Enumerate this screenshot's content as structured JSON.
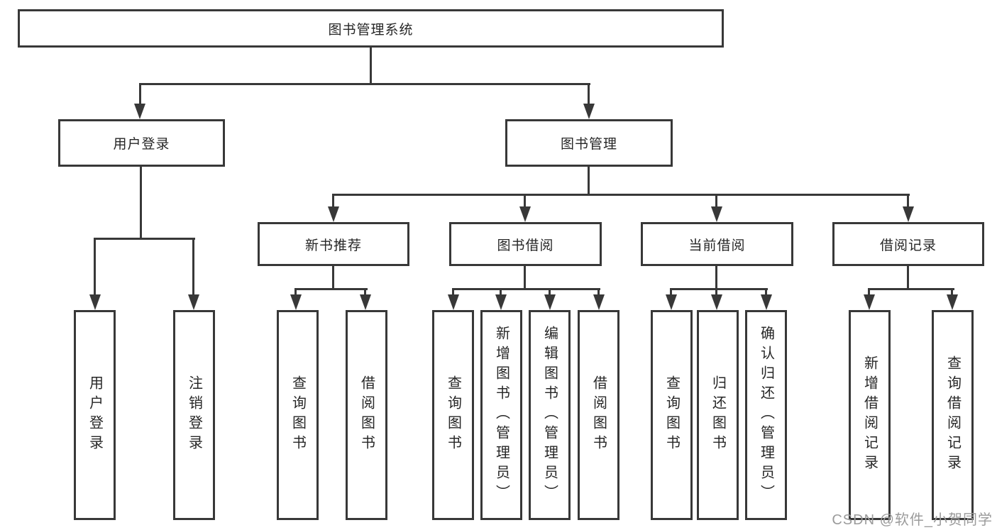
{
  "diagram": {
    "root": {
      "label": "图书管理系统"
    },
    "level2": [
      {
        "label": "用户登录"
      },
      {
        "label": "图书管理"
      }
    ],
    "level3": [
      {
        "label": "新书推荐"
      },
      {
        "label": "图书借阅"
      },
      {
        "label": "当前借阅"
      },
      {
        "label": "借阅记录"
      }
    ],
    "leaves": {
      "user_login": [
        "用户登录",
        "注销登录"
      ],
      "new_book_recommend": [
        "查询图书",
        "借阅图书"
      ],
      "book_borrow": [
        "查询图书",
        "新增图书（管理员）",
        "编辑图书（管理员）",
        "借阅图书"
      ],
      "current_borrow": [
        "查询图书",
        "归还图书",
        "确认归还（管理员）"
      ],
      "borrow_record": [
        "新增借阅记录",
        "查询借阅记录"
      ]
    },
    "line_color": "#383838"
  },
  "watermark": {
    "text": "CSDN @软件_小贺同学"
  }
}
